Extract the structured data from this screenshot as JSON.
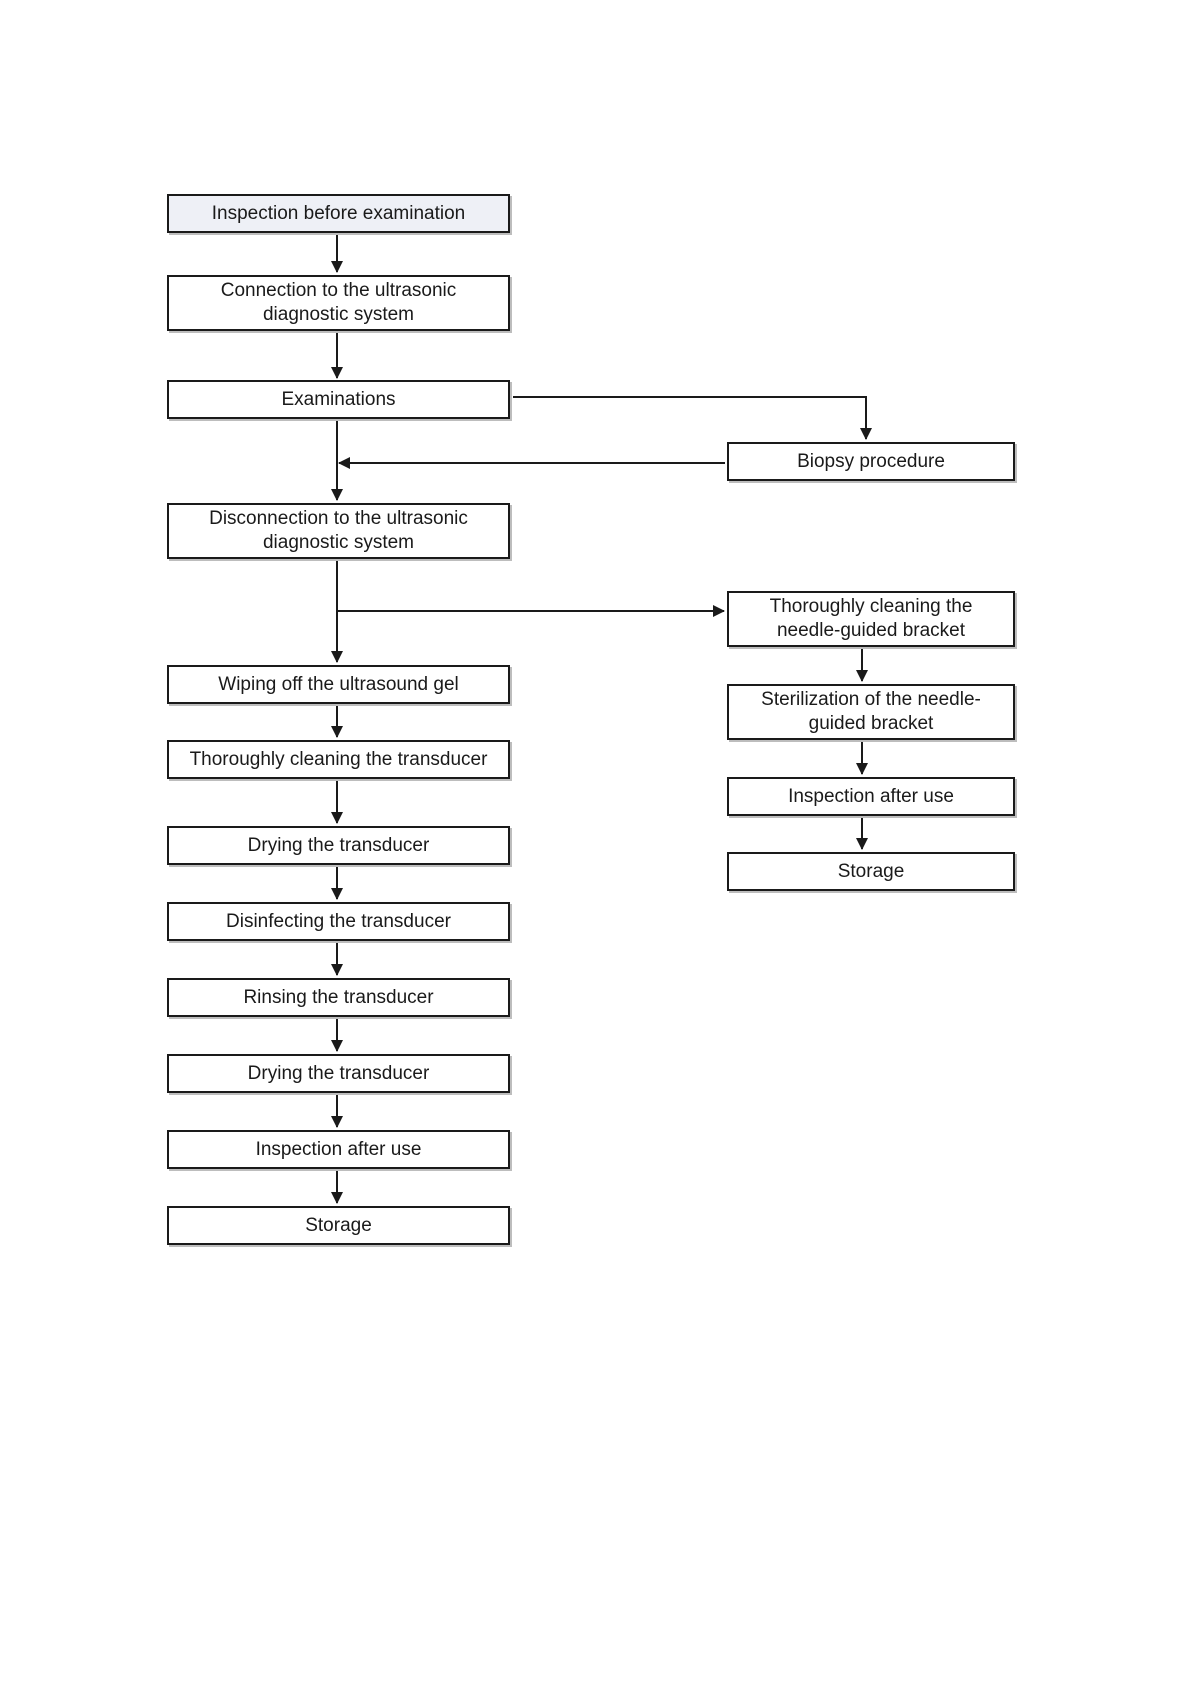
{
  "colors": {
    "line": "#1a1a1a",
    "box_fill": "#ffffff",
    "first_fill": "#eef0f6"
  },
  "main_flow": [
    {
      "line1": "Inspection before examination",
      "line2": ""
    },
    {
      "line1": "Connection to the ultrasonic",
      "line2": "diagnostic system"
    },
    {
      "line1": "Examinations",
      "line2": ""
    },
    {
      "line1": "Disconnection to the ultrasonic",
      "line2": "diagnostic system"
    },
    {
      "line1": "Wiping off the ultrasound gel",
      "line2": ""
    },
    {
      "line1": "Thoroughly cleaning the transducer",
      "line2": ""
    },
    {
      "line1": "Drying the transducer",
      "line2": ""
    },
    {
      "line1": "Disinfecting the transducer",
      "line2": ""
    },
    {
      "line1": "Rinsing the transducer",
      "line2": ""
    },
    {
      "line1": "Drying the transducer",
      "line2": ""
    },
    {
      "line1": "Inspection after use",
      "line2": ""
    },
    {
      "line1": "Storage",
      "line2": ""
    }
  ],
  "side_flow": {
    "biopsy": {
      "line1": "Biopsy procedure",
      "line2": ""
    },
    "bracket_steps": [
      {
        "line1": "Thoroughly cleaning the",
        "line2": "needle-guided bracket"
      },
      {
        "line1": "Sterilization of the needle-",
        "line2": "guided bracket"
      },
      {
        "line1": "Inspection after use",
        "line2": ""
      },
      {
        "line1": "Storage",
        "line2": ""
      }
    ]
  }
}
